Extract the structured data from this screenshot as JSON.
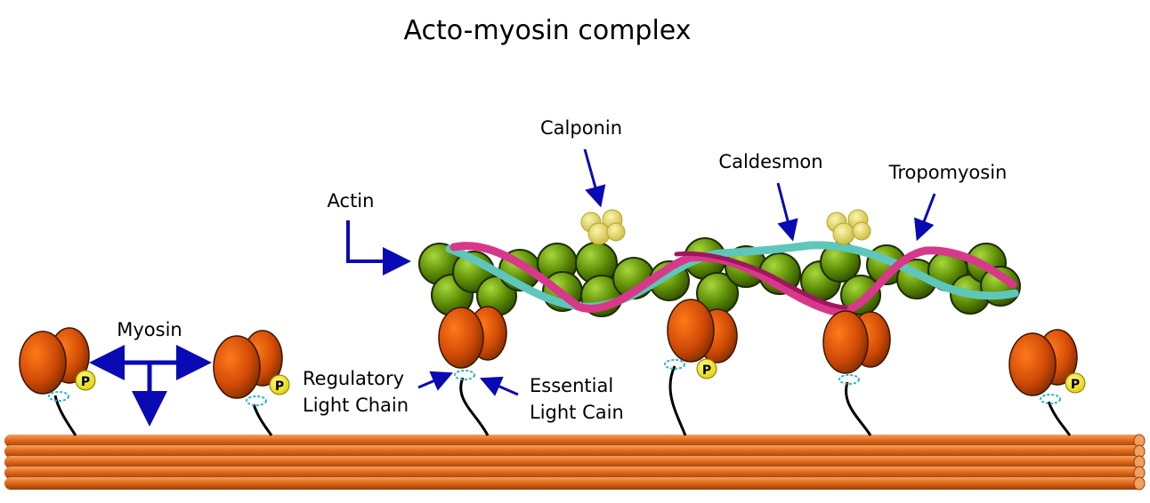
{
  "title": "Acto-myosin complex",
  "labels": {
    "calponin": "Calponin",
    "caldesmon": "Caldesmon",
    "tropomyosin": "Tropomyosin",
    "actin": "Actin",
    "myosin": "Myosin",
    "regulatory_line1": "Regulatory",
    "regulatory_line2": "Light Chain",
    "essential_line1": "Essential",
    "essential_line2": "Light Cain",
    "phosphate": "P"
  },
  "colors": {
    "arrow": "#0a0ab4",
    "actin_bead": "#5a8a00",
    "myosin_head": "#d2500a",
    "thick_filament": "#e0782a",
    "calponin": "#e6d85a",
    "tropomyosin_pink": "#d83a8a",
    "tropomyosin_teal": "#62c2b8",
    "phosphate": "#f2e600",
    "light_chain": "#2ab4d8"
  }
}
